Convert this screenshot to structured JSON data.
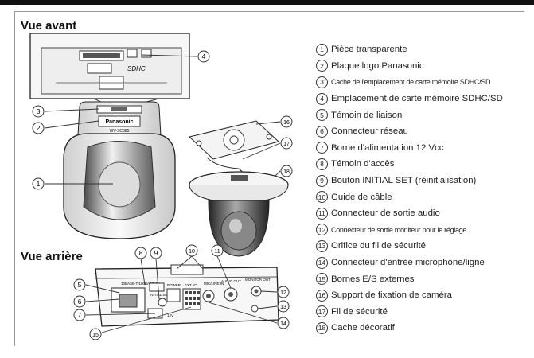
{
  "headings": {
    "front": "Vue avant",
    "rear": "Vue arrière"
  },
  "callout_numbers": [
    "1",
    "2",
    "3",
    "4",
    "5",
    "6",
    "7",
    "8",
    "9",
    "10",
    "11",
    "12",
    "13",
    "14",
    "15",
    "16",
    "17",
    "18"
  ],
  "device_labels": {
    "brand": "Panasonic",
    "model": "WV-SC385",
    "port_1000": "10BASE-T/100BASE-TX",
    "port_init": "INITIAL SET",
    "power": "POWER",
    "ext_io": "EXT I/O",
    "mic_in": "MIC/LINE IN",
    "audio_out": "AUDIO OUT",
    "monitor_out": "MONITOR OUT",
    "voltage": "12V"
  },
  "legend": [
    {
      "num": "1",
      "label": "Pièce transparente"
    },
    {
      "num": "2",
      "label": "Plaque logo Panasonic"
    },
    {
      "num": "3",
      "label": "Cache de l'emplacement de carte mémoire SDHC/SD",
      "small": true
    },
    {
      "num": "4",
      "label": "Emplacement de carte mémoire SDHC/SD"
    },
    {
      "num": "5",
      "label": "Témoin de liaison"
    },
    {
      "num": "6",
      "label": "Connecteur réseau"
    },
    {
      "num": "7",
      "label": "Borne d'alimentation 12 Vcc"
    },
    {
      "num": "8",
      "label": "Témoin d'accès"
    },
    {
      "num": "9",
      "label": "Bouton INITIAL SET (réinitialisation)"
    },
    {
      "num": "10",
      "label": "Guide de câble"
    },
    {
      "num": "11",
      "label": "Connecteur de sortie audio"
    },
    {
      "num": "12",
      "label": "Connecteur de sortie moniteur pour le réglage",
      "small": true
    },
    {
      "num": "13",
      "label": "Orifice du fil de sécurité"
    },
    {
      "num": "14",
      "label": "Connecteur d'entrée microphone/ligne"
    },
    {
      "num": "15",
      "label": "Bornes E/S externes"
    },
    {
      "num": "16",
      "label": "Support de fixation de caméra"
    },
    {
      "num": "17",
      "label": "Fil de sécurité"
    },
    {
      "num": "18",
      "label": "Cache décoratif"
    }
  ]
}
